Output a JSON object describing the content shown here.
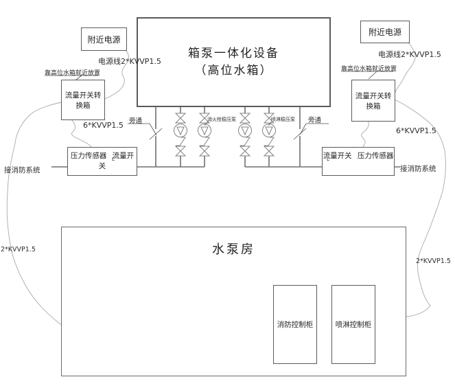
{
  "tank": {
    "title_line1": "箱泵一体化设备",
    "title_line2": "（高位水箱）"
  },
  "pump_room": {
    "label": "水泵房",
    "fire_cabinet_label": "消防控制柜",
    "sprinkler_cabinet_label": "喷淋控制柜"
  },
  "pumps": {
    "hydrant_label": "消火栓稳压泵",
    "sprinkler_label": "喷淋稳压泵"
  },
  "left": {
    "power_label": "附近电源",
    "power_cable_label": "电源线2*KVVP1.5",
    "placement_note": "靠高位水箱就近放置",
    "converter_label": "流量开关转换箱",
    "signal_cable_label": "6*KVVP1.5",
    "bypass_label": "旁通",
    "pressure_sensor_label": "压力传感器",
    "flow_switch_label": "流量开关",
    "flow_switch_symbol": "L",
    "fire_system_label": "接消防系统",
    "riser_cable_label": "2*KVVP1.5"
  },
  "right": {
    "power_label": "附近电源",
    "power_cable_label": "电源线2*KVVP1.5",
    "placement_note": "靠高位水箱就近放置",
    "converter_label": "流量开关转换箱",
    "signal_cable_label": "6*KVVP1.5",
    "bypass_label": "旁通",
    "flow_switch_label": "流量开关",
    "pressure_sensor_label": "压力传感器",
    "flow_switch_symbol": "L",
    "fire_system_label": "接消防系统",
    "riser_cable_label": "2*KVVP1.5"
  },
  "colors": {
    "pipe": "#6e6e6e",
    "cable": "#a8a8a8",
    "outline": "#5a5a5a",
    "text": "#2b2b2b"
  }
}
